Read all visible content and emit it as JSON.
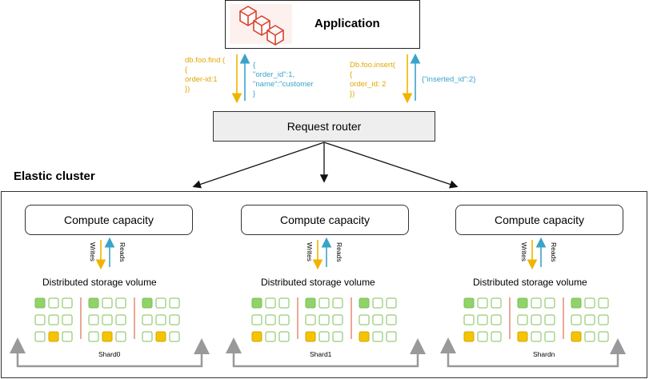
{
  "app": {
    "title": "Application"
  },
  "left_call": {
    "request": "db.foo.find (\n{\norder-id:1\n})",
    "response": "{\n\"order_id\":1,\n\"name\":\"customer\n}"
  },
  "right_call": {
    "request": "Db.foo.insert(\n{\norder_id: 2\n})",
    "response": "{\"inserted_id\":2}"
  },
  "router": {
    "label": "Request router"
  },
  "cluster": {
    "title": "Elastic cluster"
  },
  "shards": [
    {
      "compute": "Compute capacity",
      "writes": "Writes",
      "reads": "Reads",
      "storage": "Distributed storage volume",
      "name": "Shard0"
    },
    {
      "compute": "Compute capacity",
      "writes": "Writes",
      "reads": "Reads",
      "storage": "Distributed storage volume",
      "name": "Shard1"
    },
    {
      "compute": "Compute capacity",
      "writes": "Writes",
      "reads": "Reads",
      "storage": "Distributed storage volume",
      "name": "Shardn"
    }
  ],
  "colors": {
    "write_arrow": "#f0b400",
    "read_arrow": "#3aa3c8",
    "cell_green": "#8fd36a",
    "cell_yellow": "#f5c400",
    "cell_border": "#7cbf55",
    "divider": "#e07a5f"
  },
  "icons": {
    "app_icon": "stacked-cubes-icon"
  }
}
